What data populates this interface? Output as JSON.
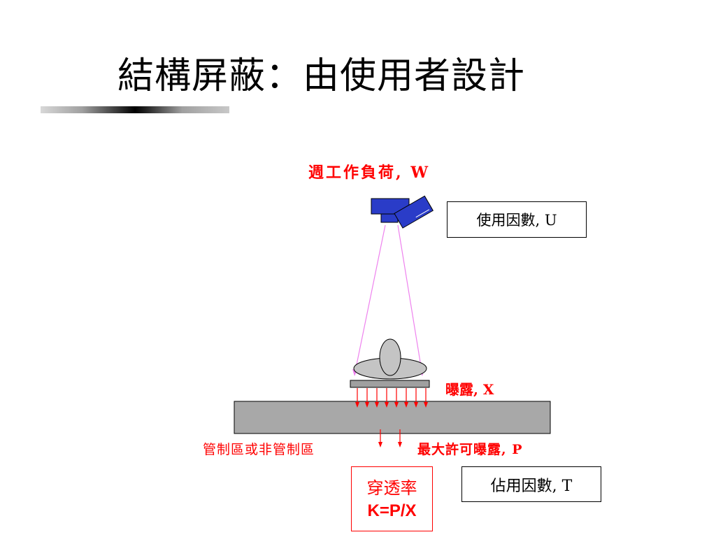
{
  "slide": {
    "title": "結構屏蔽：由使用者設計"
  },
  "diagram": {
    "workload_label": "週工作負荷, W",
    "use_factor_label": "使用因數, U",
    "exposure_label": "曝露, X",
    "area_label": "管制區或非管制區",
    "max_exposure_label": "最大許可曝露, P",
    "transmission_title": "穿透率",
    "transmission_formula": "K=P/X",
    "occupancy_label": "佔用因數, T"
  },
  "colors": {
    "label_red": "#ff0000",
    "tube_blue": "#2a3cc8",
    "beam_pink": "#ee82ee",
    "wall_gray": "#a8a8a8"
  }
}
